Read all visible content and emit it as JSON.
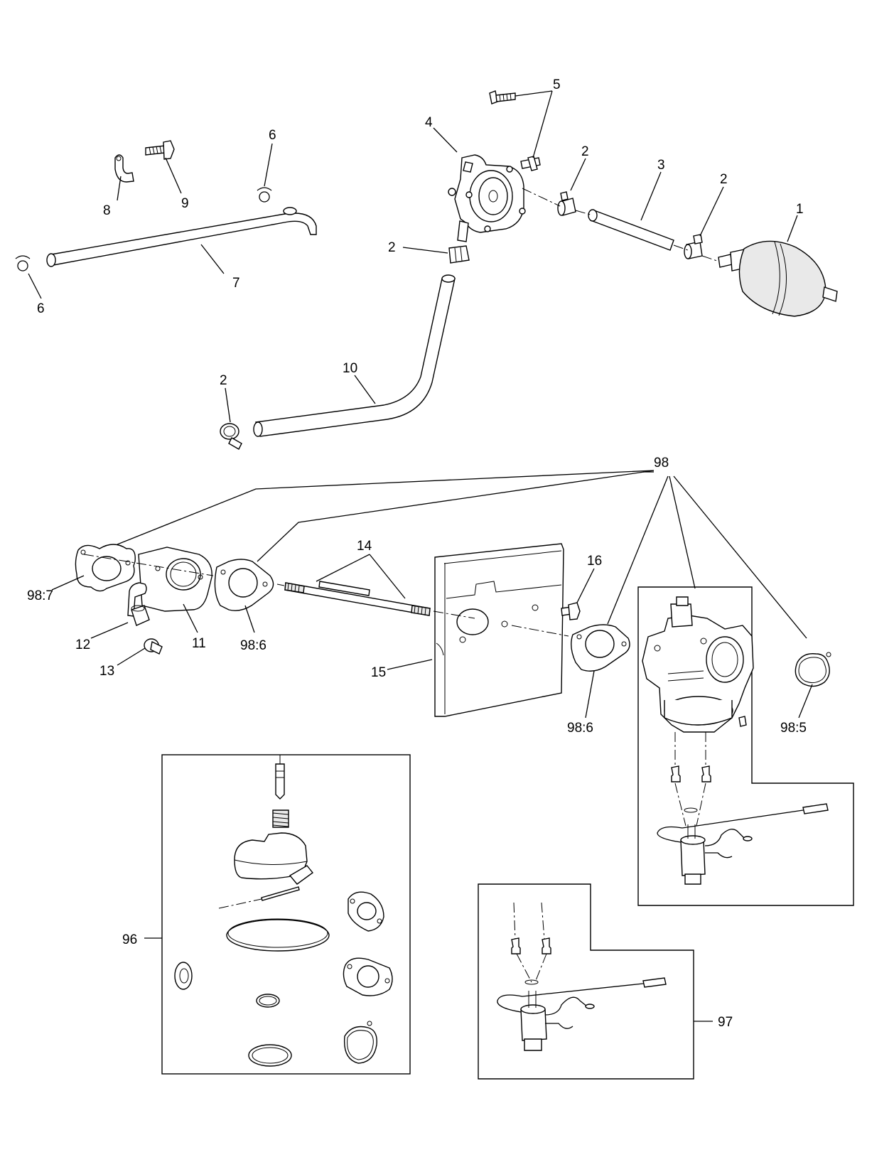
{
  "callouts": {
    "c1": "1",
    "c2a": "2",
    "c2b": "2",
    "c2c": "2",
    "c2d": "2",
    "c3": "3",
    "c4": "4",
    "c5": "5",
    "c6a": "6",
    "c6b": "6",
    "c7": "7",
    "c8": "8",
    "c9": "9",
    "c10": "10",
    "c11": "11",
    "c12": "12",
    "c13": "13",
    "c14": "14",
    "c15": "15",
    "c16": "16",
    "c96": "96",
    "c97": "97",
    "c98": "98",
    "c98_5": "98:5",
    "c98_6a": "98:6",
    "c98_6b": "98:6",
    "c98_7": "98:7"
  }
}
